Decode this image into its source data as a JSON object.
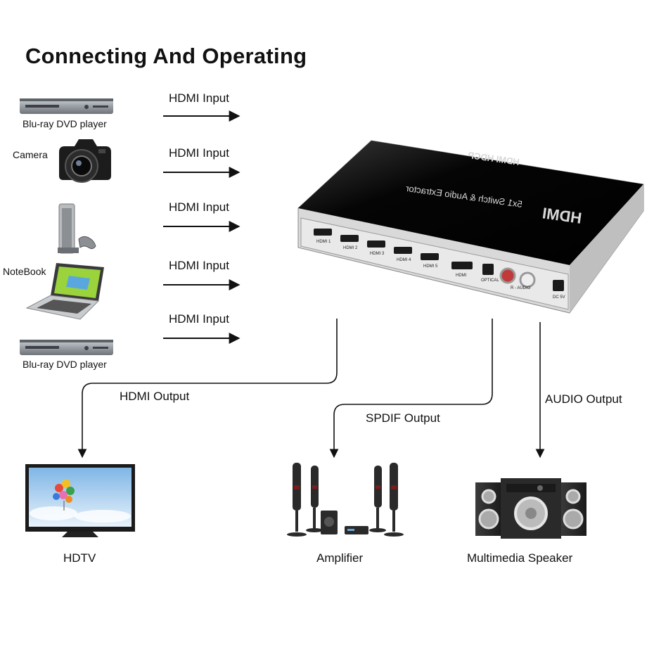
{
  "title": "Connecting And Operating",
  "sources": [
    {
      "label": "Blu-ray DVD player",
      "icon": "bluray-player-icon"
    },
    {
      "label": "Camera",
      "icon": "camera-icon"
    },
    {
      "label": "",
      "icon": "game-console-icon"
    },
    {
      "label": "NoteBook",
      "icon": "notebook-icon"
    },
    {
      "label": "Blu-ray DVD player",
      "icon": "bluray-player-icon"
    }
  ],
  "input_label": "HDMI Input",
  "device": {
    "brand": "HDMI",
    "model": "5x1 Switch & Audio Extractor",
    "badges": "HDMI HDCP",
    "port_labels": [
      "HDMI 1",
      "HDMI 2",
      "HDMI 3",
      "HDMI 4",
      "HDMI 5",
      "HDMI",
      "OPTICAL",
      "R - AUDIO",
      "DC 5V"
    ]
  },
  "outputs": [
    {
      "line_label": "HDMI Output",
      "target": "HDTV",
      "icon": "tv-icon"
    },
    {
      "line_label": "SPDIF Output",
      "target": "Amplifier",
      "icon": "amplifier-icon"
    },
    {
      "line_label": "AUDIO Output",
      "target": "Multimedia Speaker",
      "icon": "speaker-icon"
    }
  ],
  "colors": {
    "ink": "#111111",
    "device_body": "#0d0d0d",
    "device_frame": "#d9d9d9"
  }
}
